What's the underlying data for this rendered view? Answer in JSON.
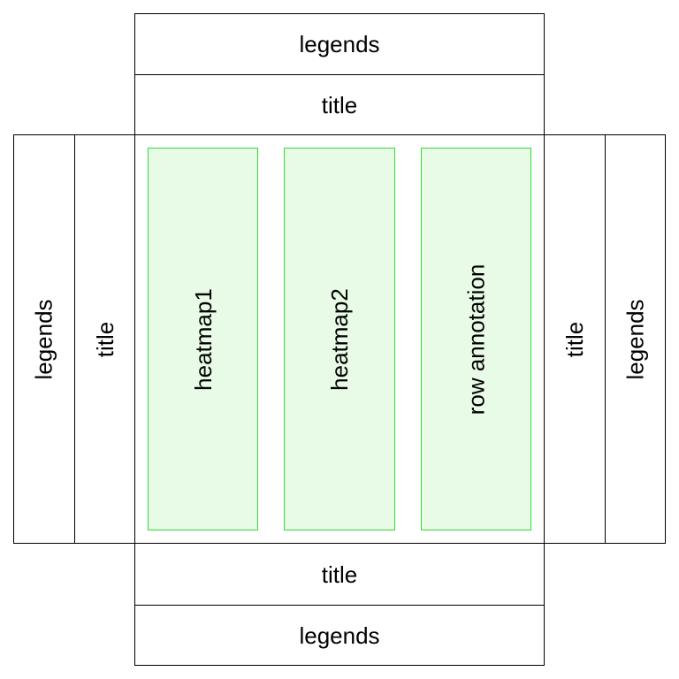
{
  "top": {
    "legends": "legends",
    "title": "title"
  },
  "left": {
    "legends": "legends",
    "title": "title"
  },
  "right": {
    "title": "title",
    "legends": "legends"
  },
  "bottom": {
    "title": "title",
    "legends": "legends"
  },
  "body": {
    "tracks": [
      {
        "label": "heatmap1"
      },
      {
        "label": "heatmap2"
      },
      {
        "label": "row annotation"
      }
    ]
  },
  "colors": {
    "track_border": "#33dd33",
    "track_fill": "#e8fbe6",
    "box_border": "#000000"
  }
}
